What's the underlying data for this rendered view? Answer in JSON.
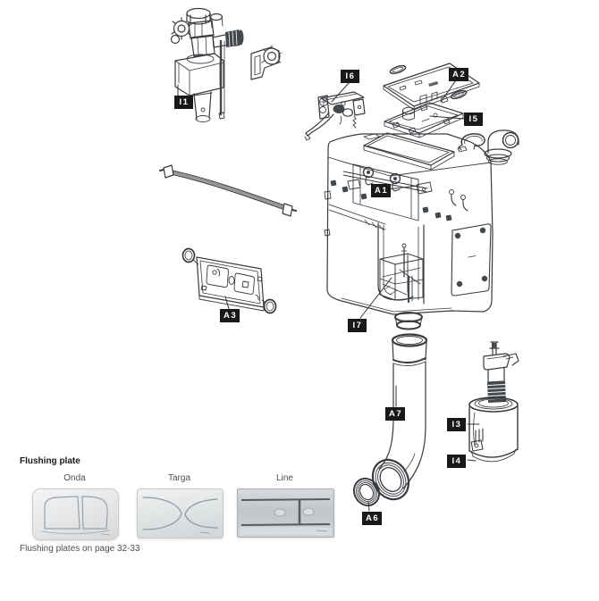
{
  "diagram": {
    "labels": [
      {
        "id": "i1",
        "text": "I1"
      },
      {
        "id": "i6",
        "text": "I6"
      },
      {
        "id": "a2",
        "text": "A2"
      },
      {
        "id": "i5",
        "text": "I5"
      },
      {
        "id": "a1",
        "text": "A1"
      },
      {
        "id": "a3",
        "text": "A3"
      },
      {
        "id": "i7",
        "text": "I7"
      },
      {
        "id": "a7",
        "text": "A7"
      },
      {
        "id": "a6",
        "text": "A6"
      },
      {
        "id": "i3",
        "text": "I3"
      },
      {
        "id": "i4",
        "text": "I4"
      }
    ]
  },
  "flushing_plates_section": {
    "heading": "Flushing plate",
    "plates": [
      {
        "name": "Onda"
      },
      {
        "name": "Targa"
      },
      {
        "name": "Line"
      }
    ],
    "footnote": "Flushing plates on page 32-33"
  },
  "colors": {
    "label_bg": "#17191b",
    "label_text": "#ffffff",
    "line_art": "#383c40"
  }
}
